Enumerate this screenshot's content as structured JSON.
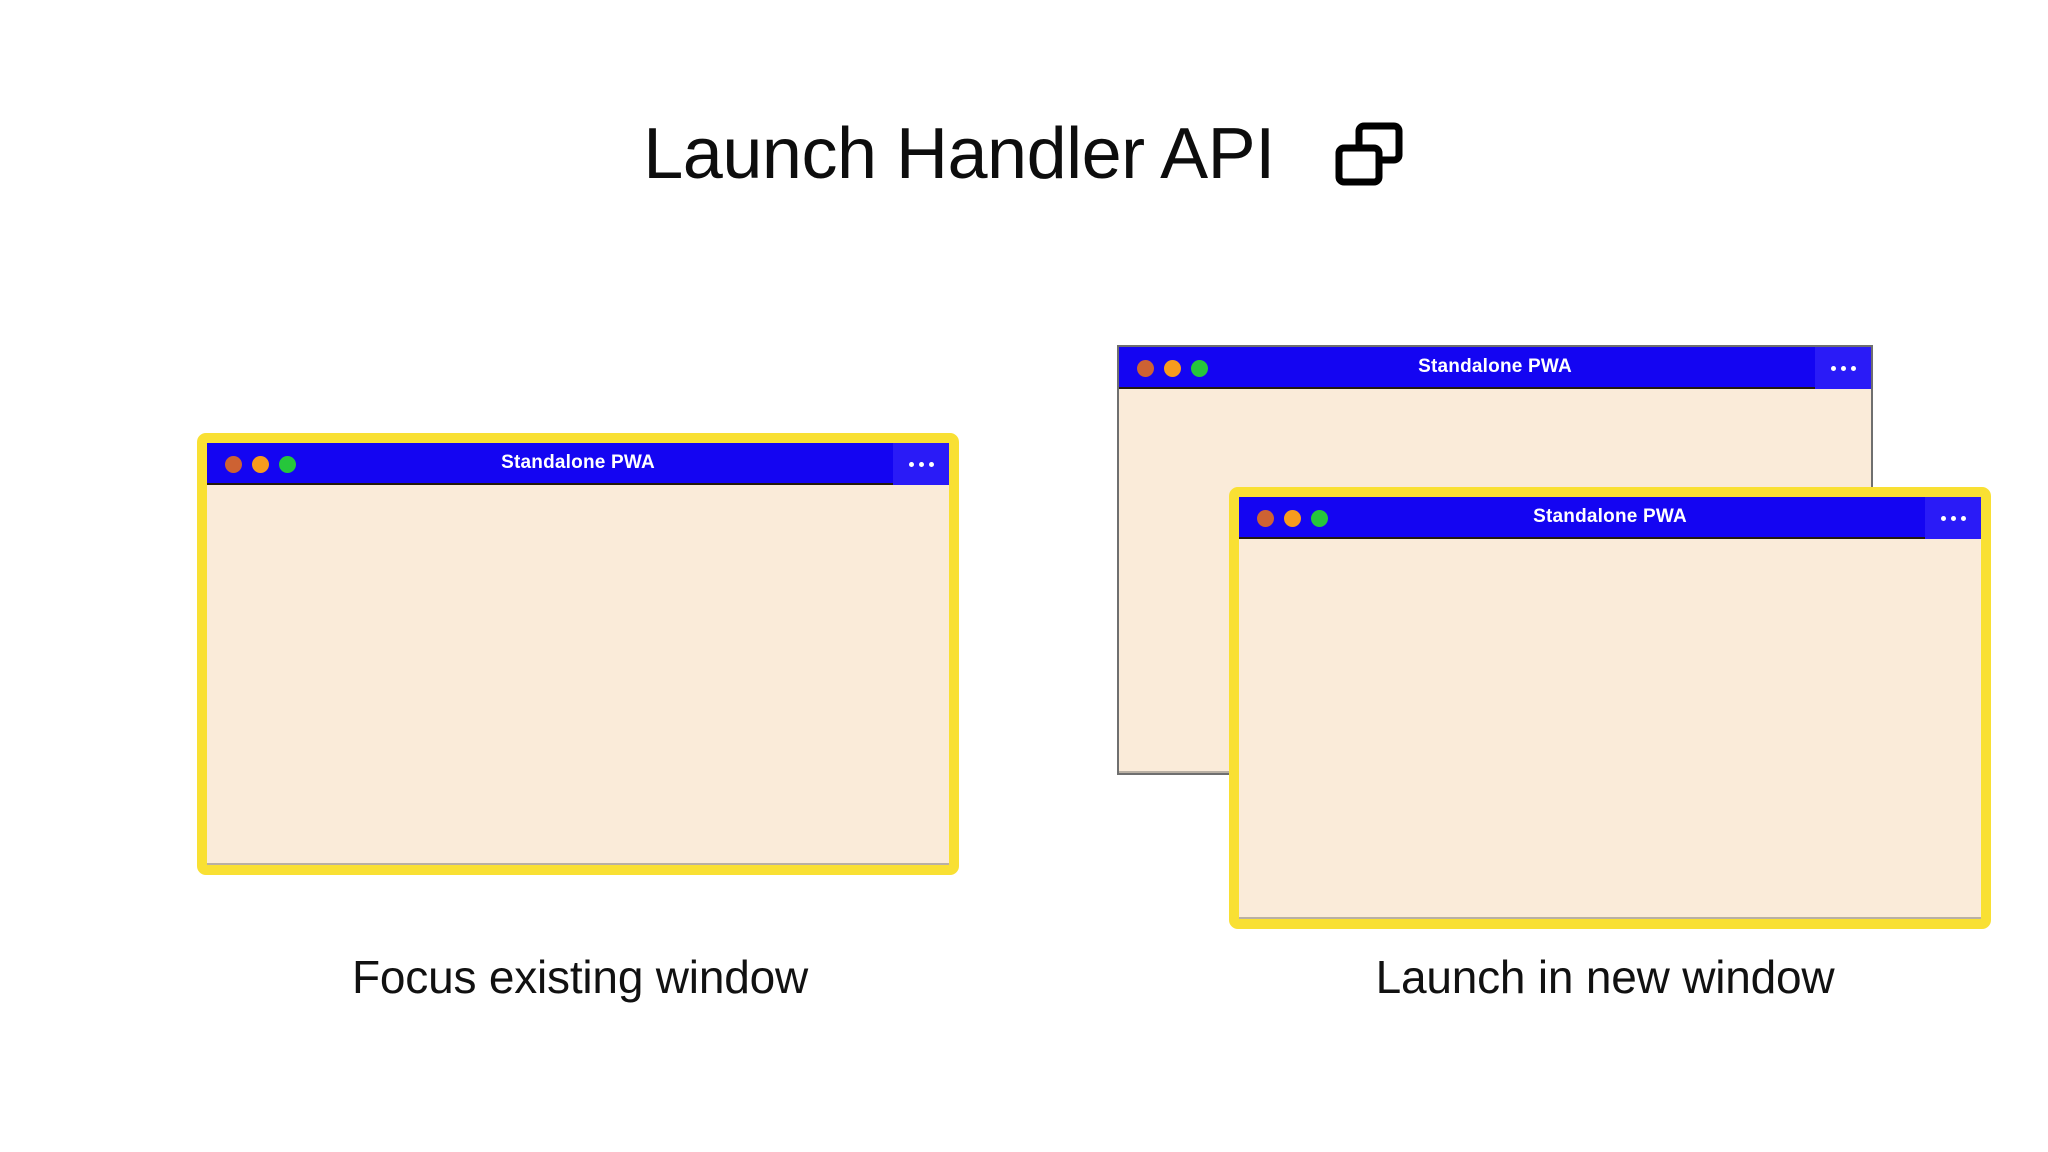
{
  "page": {
    "background": "#ffffff",
    "title": "Launch Handler API",
    "title_icon": "multi-window-icon"
  },
  "colors": {
    "window_titlebar": "#1405f2",
    "window_body": "#faebd9",
    "focus_highlight": "#f9e033",
    "unfocused_border": "#6f6f6f",
    "traffic_close": "#cd6233",
    "traffic_minimize": "#f79b1d",
    "traffic_maximize": "#26c63b",
    "text_dark": "#0d0d0d"
  },
  "scenarios": [
    {
      "id": "focus-existing",
      "caption": "Focus existing window",
      "windows": [
        {
          "title": "Standalone PWA",
          "focused": true,
          "menu_icon": "overflow-menu-icon",
          "traffic_lights": [
            "close",
            "minimize",
            "maximize"
          ]
        }
      ]
    },
    {
      "id": "launch-new",
      "caption": "Launch in new window",
      "windows": [
        {
          "title": "Standalone PWA",
          "focused": false,
          "menu_icon": "overflow-menu-icon",
          "traffic_lights": [
            "close",
            "minimize",
            "maximize"
          ]
        },
        {
          "title": "Standalone PWA",
          "focused": true,
          "menu_icon": "overflow-menu-icon",
          "traffic_lights": [
            "close",
            "minimize",
            "maximize"
          ]
        }
      ]
    }
  ]
}
